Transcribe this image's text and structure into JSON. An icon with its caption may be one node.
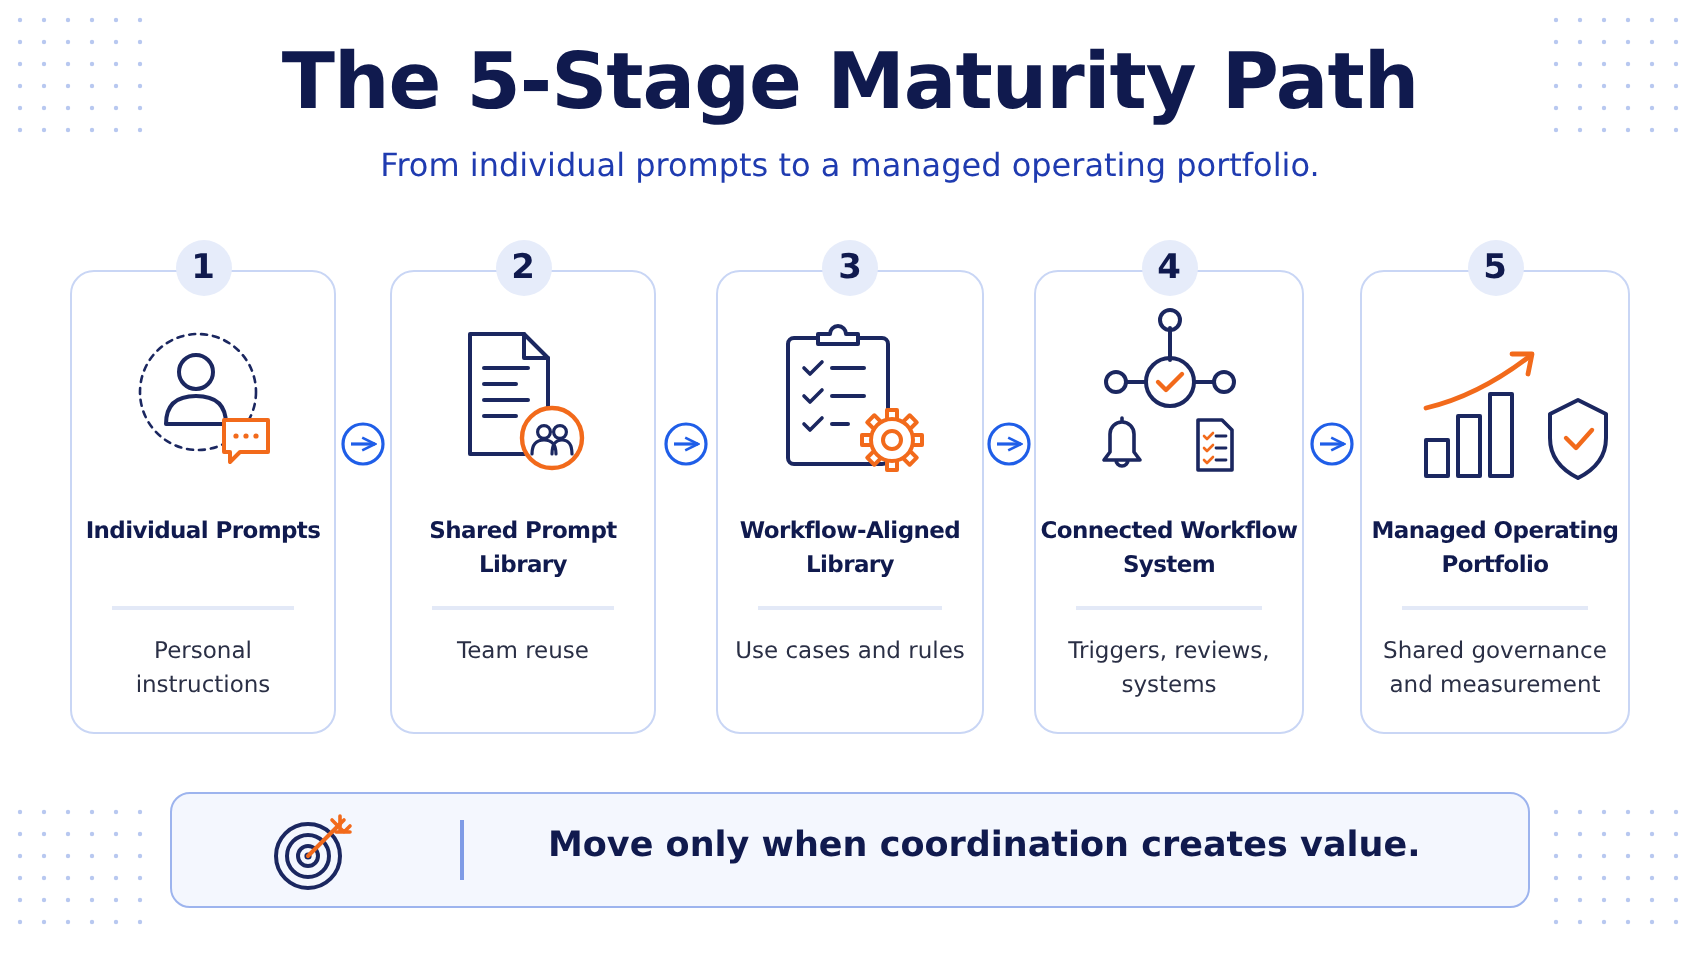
{
  "diagram": {
    "title": "The 5-Stage Maturity Path",
    "caption": "From individual prompts to a managed operating portfolio.",
    "nodes": [
      {
        "text": [
          "1",
          "Individual Prompts",
          "Personal instructions"
        ]
      },
      {
        "text": [
          "2",
          "Shared Prompt Library",
          "Team reuse"
        ]
      },
      {
        "text": [
          "3",
          "Workflow-Aligned Library",
          "Use cases and rules"
        ]
      },
      {
        "text": [
          "4",
          "Connected Workflow System",
          "Triggers, reviews, systems"
        ]
      },
      {
        "text": [
          "5",
          "Managed Operating Portfolio",
          "Shared governance and measurement"
        ]
      },
      {
        "text": [
          "Move only when coordination creates value."
        ]
      }
    ],
    "edges": [
      {
        "from": 0,
        "to": 1,
        "arrow": "to"
      },
      {
        "from": 1,
        "to": 2,
        "arrow": "to"
      },
      {
        "from": 2,
        "to": 3,
        "arrow": "to"
      },
      {
        "from": 3,
        "to": 4,
        "arrow": "to"
      }
    ]
  }
}
